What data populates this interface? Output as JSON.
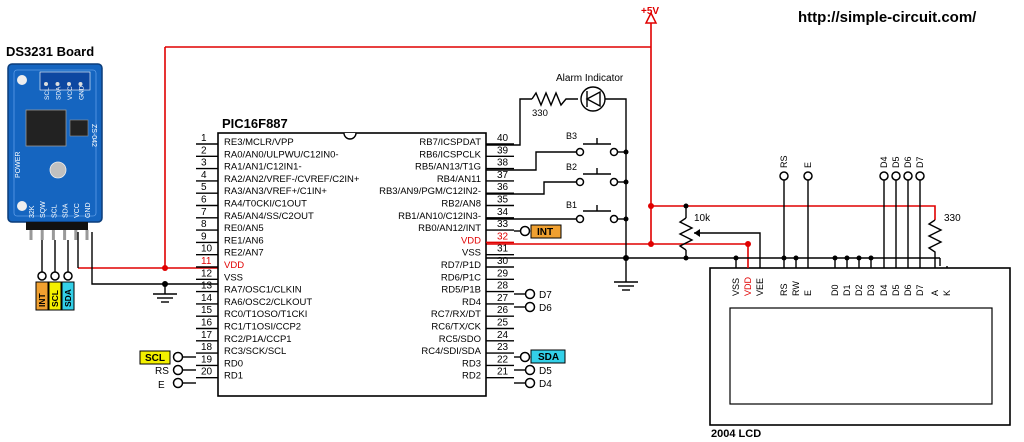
{
  "url": "http://simple-circuit.com/",
  "supply": "+5V",
  "ds3231": {
    "title": "DS3231 Board",
    "header_pins": [
      "32K",
      "SQW",
      "SCL",
      "SDA",
      "VCC",
      "GND"
    ],
    "top_pins": [
      "SCL",
      "SDA",
      "VCC",
      "GND"
    ],
    "side_label": "POWER",
    "chip_text": "ZS-042",
    "tags": [
      {
        "text": "INT",
        "color": "#f0a030"
      },
      {
        "text": "SCL",
        "color": "#f4f000"
      },
      {
        "text": "SDA",
        "color": "#33d0e8"
      }
    ]
  },
  "mcu": {
    "name": "PIC16F887",
    "left_pins": [
      {
        "num": "1",
        "label": "RE3/MCLR/VPP"
      },
      {
        "num": "2",
        "label": "RA0/AN0/ULPWU/C12IN0-"
      },
      {
        "num": "3",
        "label": "RA1/AN1/C12IN1-"
      },
      {
        "num": "4",
        "label": "RA2/AN2/VREF-/CVREF/C2IN+"
      },
      {
        "num": "5",
        "label": "RA3/AN3/VREF+/C1IN+"
      },
      {
        "num": "6",
        "label": "RA4/T0CKI/C1OUT"
      },
      {
        "num": "7",
        "label": "RA5/AN4/SS/C2OUT"
      },
      {
        "num": "8",
        "label": "RE0/AN5"
      },
      {
        "num": "9",
        "label": "RE1/AN6"
      },
      {
        "num": "10",
        "label": "RE2/AN7"
      },
      {
        "num": "11",
        "label": "VDD",
        "red": true
      },
      {
        "num": "12",
        "label": "VSS"
      },
      {
        "num": "13",
        "label": "RA7/OSC1/CLKIN"
      },
      {
        "num": "14",
        "label": "RA6/OSC2/CLKOUT"
      },
      {
        "num": "15",
        "label": "RC0/T1OSO/T1CKI"
      },
      {
        "num": "16",
        "label": "RC1/T1OSI/CCP2"
      },
      {
        "num": "17",
        "label": "RC2/P1A/CCP1"
      },
      {
        "num": "18",
        "label": "RC3/SCK/SCL"
      },
      {
        "num": "19",
        "label": "RD0"
      },
      {
        "num": "20",
        "label": "RD1"
      }
    ],
    "right_pins": [
      {
        "num": "40",
        "label": "RB7/ICSPDAT"
      },
      {
        "num": "39",
        "label": "RB6/ICSPCLK"
      },
      {
        "num": "38",
        "label": "RB5/AN13/T1G"
      },
      {
        "num": "37",
        "label": "RB4/AN11"
      },
      {
        "num": "36",
        "label": "RB3/AN9/PGM/C12IN2-"
      },
      {
        "num": "35",
        "label": "RB2/AN8"
      },
      {
        "num": "34",
        "label": "RB1/AN10/C12IN3-"
      },
      {
        "num": "33",
        "label": "RB0/AN12/INT"
      },
      {
        "num": "32",
        "label": "VDD",
        "red": true
      },
      {
        "num": "31",
        "label": "VSS"
      },
      {
        "num": "30",
        "label": "RD7/P1D"
      },
      {
        "num": "29",
        "label": "RD6/P1C"
      },
      {
        "num": "28",
        "label": "RD5/P1B"
      },
      {
        "num": "27",
        "label": "RD4"
      },
      {
        "num": "26",
        "label": "RC7/RX/DT"
      },
      {
        "num": "25",
        "label": "RC6/TX/CK"
      },
      {
        "num": "24",
        "label": "RC5/SDO"
      },
      {
        "num": "23",
        "label": "RC4/SDI/SDA"
      },
      {
        "num": "22",
        "label": "RD3"
      },
      {
        "num": "21",
        "label": "RD2"
      }
    ]
  },
  "net_tags": {
    "int": "INT",
    "scl": "SCL",
    "sda": "SDA",
    "rs": "RS",
    "e": "E",
    "d4": "D4",
    "d5": "D5",
    "d6": "D6",
    "d7": "D7"
  },
  "alarm": {
    "label": "Alarm Indicator",
    "resistor": "330"
  },
  "buttons": [
    "B3",
    "B2",
    "B1"
  ],
  "pot": "10k",
  "backlight_resistor": "330",
  "lcd_signals": {
    "rs": "RS",
    "e": "E",
    "d4": "D4",
    "d5": "D5",
    "d6": "D6",
    "d7": "D7"
  },
  "lcd": {
    "name": "2004 LCD",
    "pins": [
      "VSS",
      "VDD",
      "VEE",
      "RS",
      "RW",
      "E",
      "D0",
      "D1",
      "D2",
      "D3",
      "D4",
      "D5",
      "D6",
      "D7",
      "A",
      "K"
    ]
  },
  "colors": {
    "red_wire": "#e00000",
    "ds_board": "#1565c0",
    "int_tag": "#f0a030",
    "scl_tag": "#f4f000",
    "sda_tag": "#33d0e8"
  }
}
